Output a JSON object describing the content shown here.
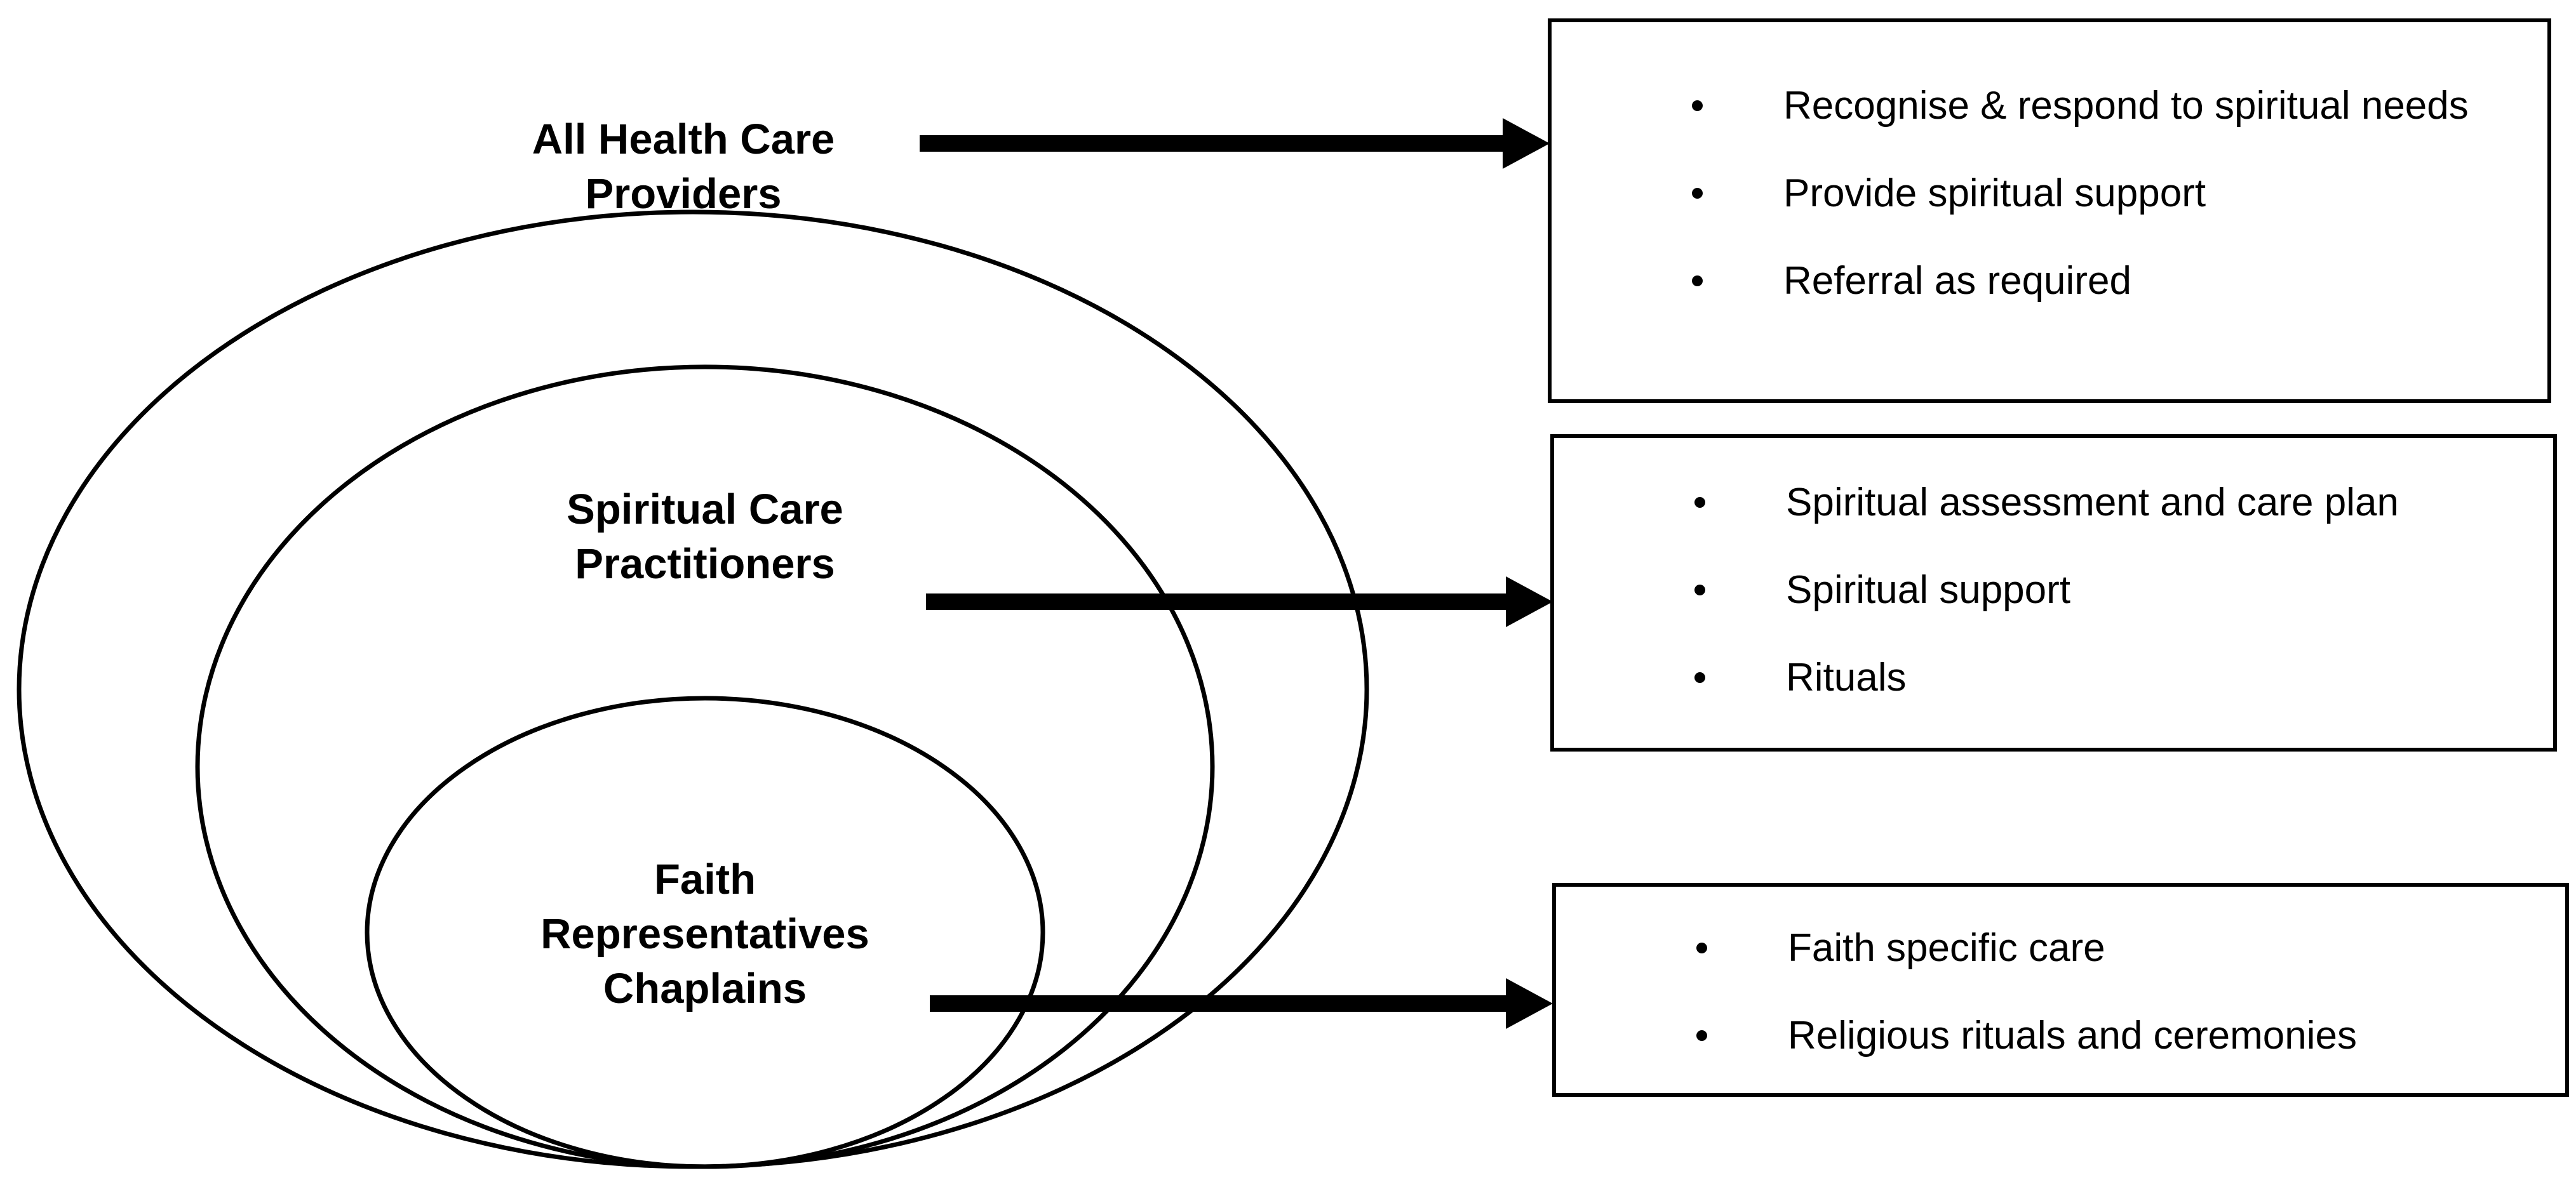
{
  "diagram": {
    "groups": [
      {
        "id": "all-health-care-providers",
        "label_lines": [
          "All Health Care",
          "Providers"
        ],
        "responsibilities": [
          "Recognise & respond to spiritual needs",
          "Provide spiritual support",
          "Referral as required"
        ]
      },
      {
        "id": "spiritual-care-practitioners",
        "label_lines": [
          "Spiritual Care",
          "Practitioners"
        ],
        "responsibilities": [
          "Spiritual assessment and care plan",
          "Spiritual support",
          "Rituals"
        ]
      },
      {
        "id": "faith-representatives-chaplains",
        "label_lines": [
          "Faith",
          "Representatives",
          "Chaplains"
        ],
        "responsibilities": [
          "Faith specific care",
          "Religious rituals and ceremonies"
        ]
      }
    ],
    "colors": {
      "stroke": "#000000",
      "background": "#ffffff",
      "text": "#000000"
    }
  }
}
